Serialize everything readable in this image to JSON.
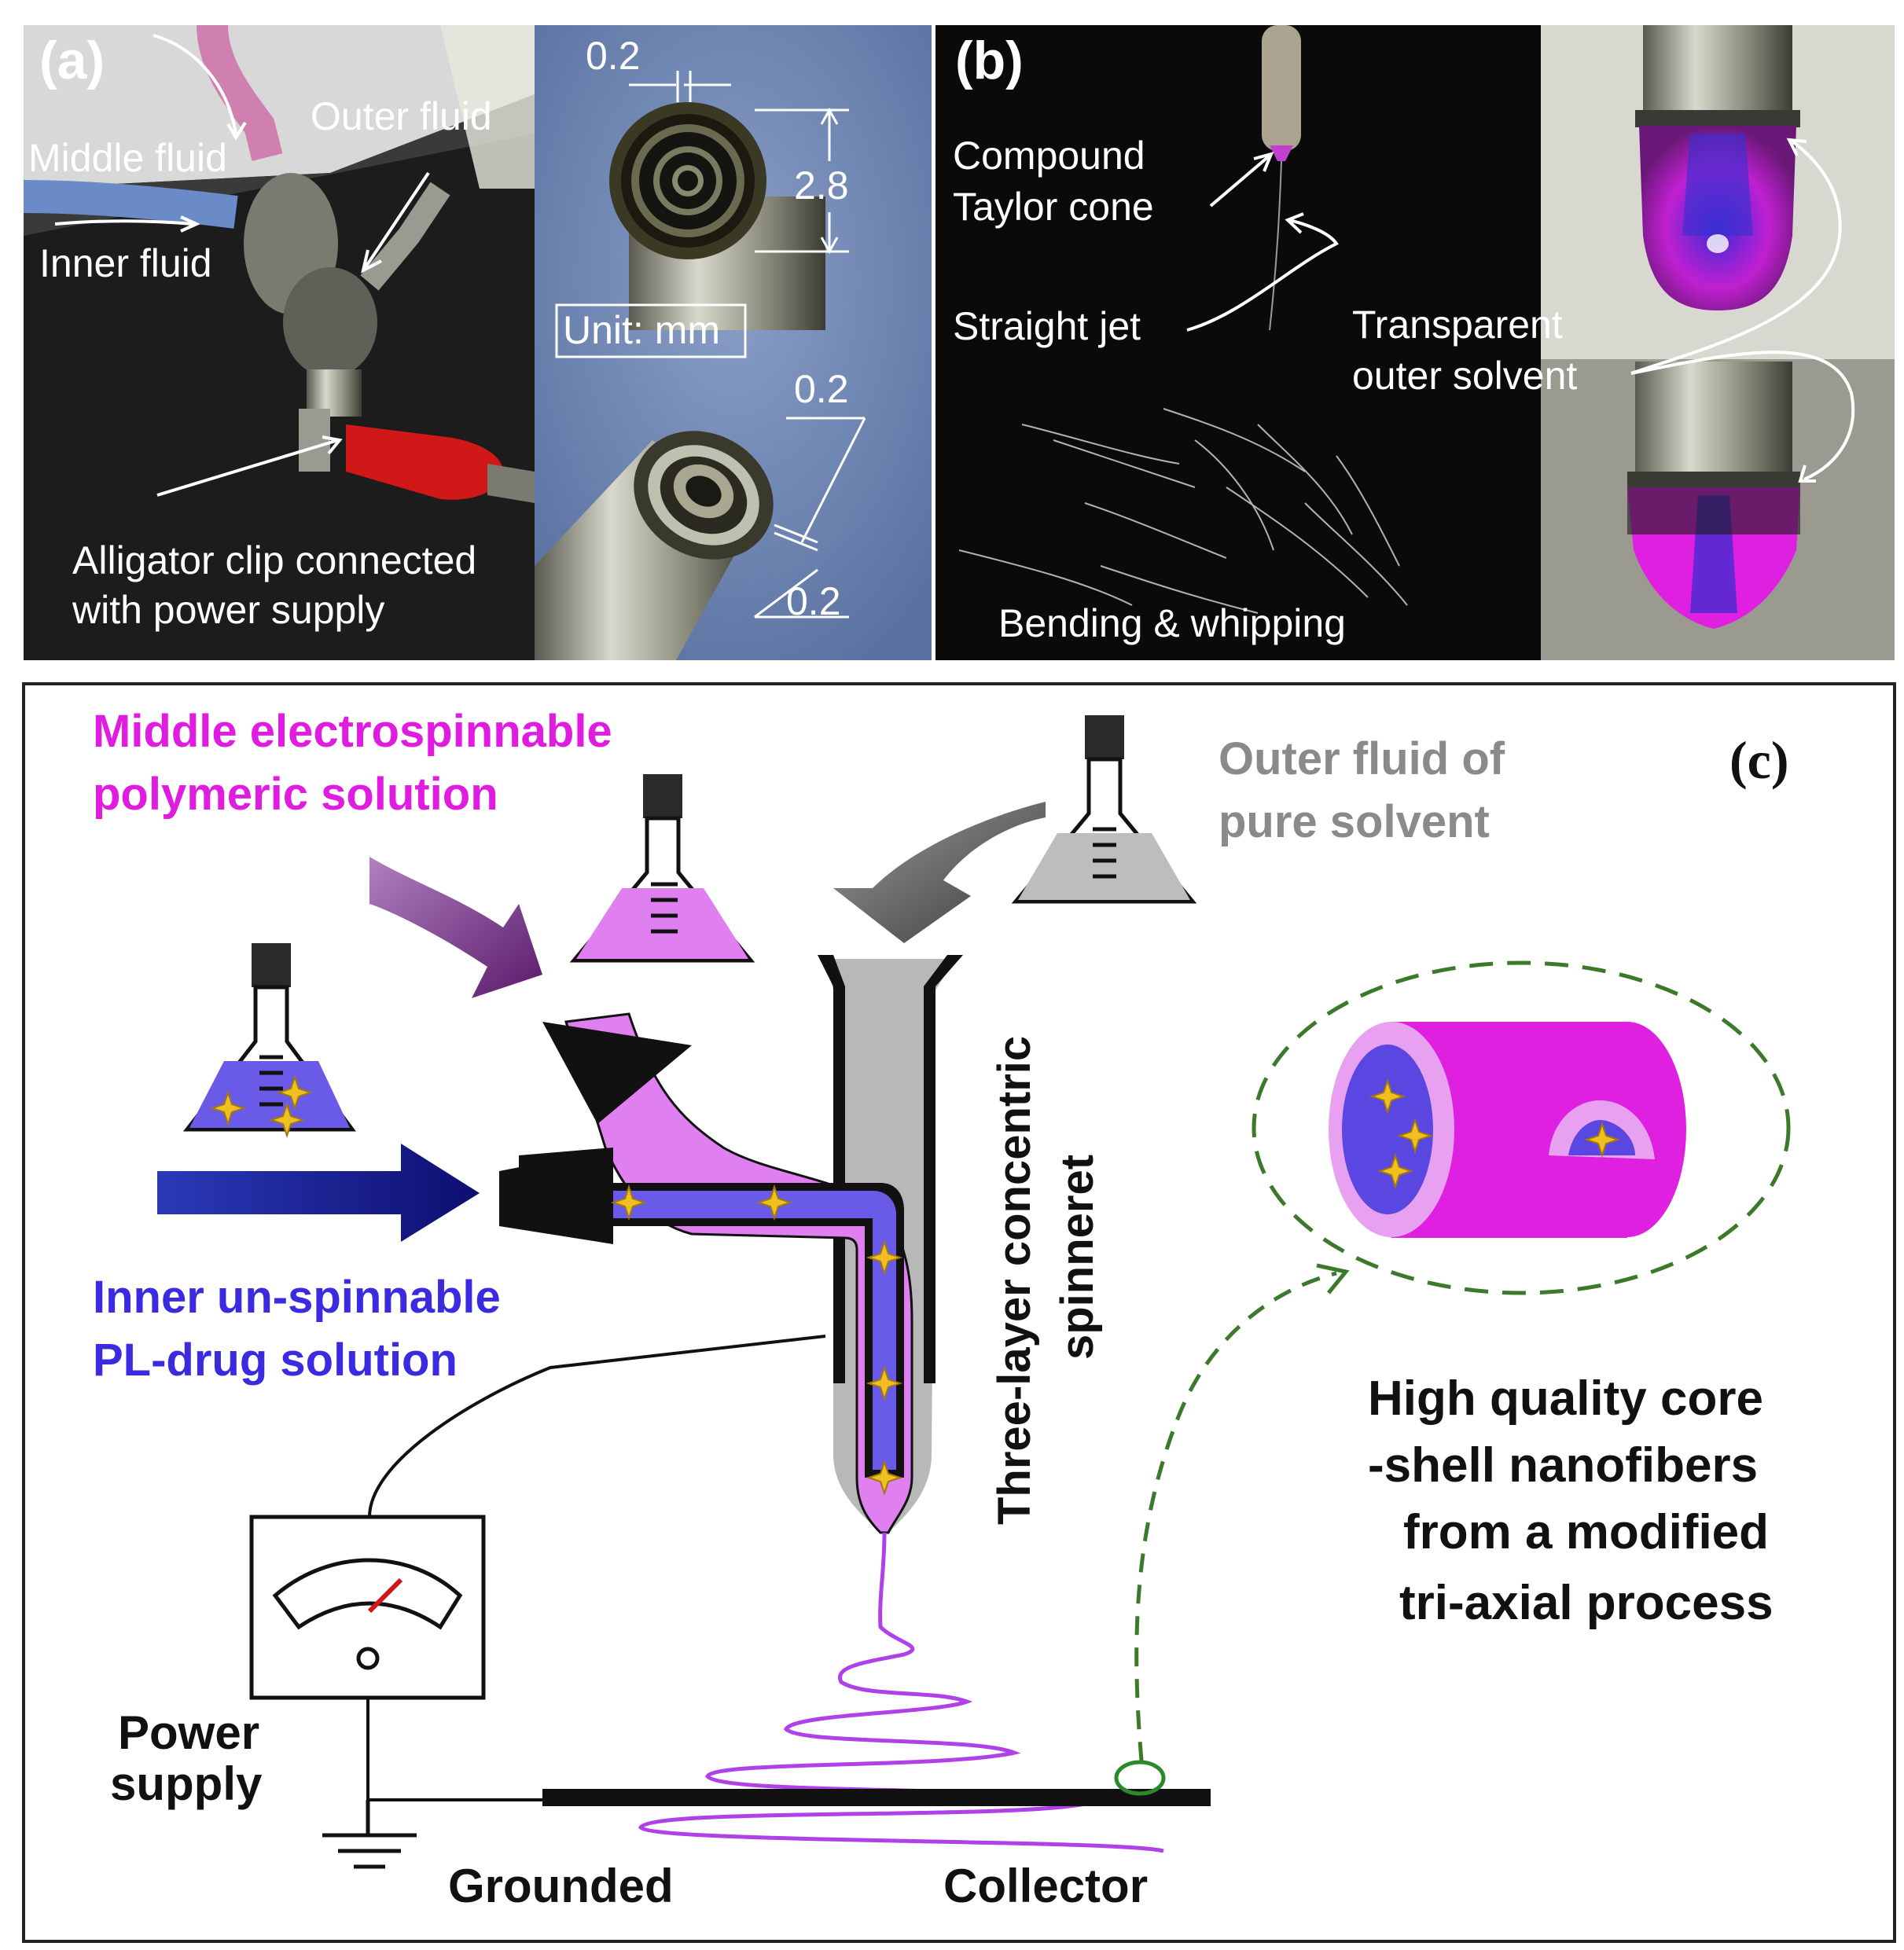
{
  "panel_a": {
    "letter": "(a)",
    "middle_fluid": "Middle fluid",
    "outer_fluid": "Outer fluid",
    "inner_fluid": "Inner fluid",
    "alligator_line1": "Alligator clip connected",
    "alligator_line2": "with power supply",
    "dim_top": "0.2",
    "dim_diameter": "2.8",
    "unit": "Unit: mm",
    "dim_right_top": "0.2",
    "dim_right_bottom": "0.2"
  },
  "panel_b": {
    "letter": "(b)",
    "compound_line1": "Compound",
    "compound_line2": "Taylor cone",
    "straight_jet": "Straight jet",
    "transparent_line1": "Transparent",
    "transparent_line2": "outer solvent",
    "bending": "Bending & whipping"
  },
  "panel_c": {
    "letter": "(c)",
    "middle_line1": "Middle electrospinnable",
    "middle_line2": "polymeric solution",
    "outer_line1": "Outer fluid of",
    "outer_line2": "pure solvent",
    "inner_line1": "Inner un-spinnable",
    "inner_line2": "PL-drug solution",
    "spinneret_line1": "Three-layer concentric",
    "spinneret_line2": "spinneret",
    "hq_line1": "High quality core",
    "hq_line2": "-shell nanofibers",
    "hq_line3": "from a modified",
    "hq_line4": "tri-axial process",
    "power_line1": "Power",
    "power_line2": "supply",
    "grounded": "Grounded",
    "collector": "Collector"
  },
  "colors": {
    "magenta": "#e01ce0",
    "violet": "#5a46e0",
    "grey_text": "#8a8a8a",
    "green_dash": "#3a7a2a",
    "meter_needle": "#d01818"
  },
  "icons": [
    "flask-icon",
    "arrow-icon",
    "drug-particle-icon",
    "ground-icon",
    "meter-icon"
  ]
}
